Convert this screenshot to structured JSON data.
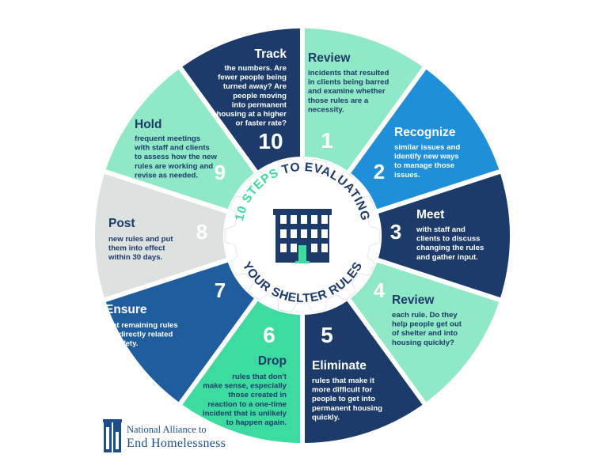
{
  "title": {
    "top": "10 STEPS TO EVALUATING",
    "bottom": "YOUR SHELTER RULES"
  },
  "steps": [
    {
      "number": "1",
      "heading": "Review",
      "lines": [
        "incidents that resulted",
        "in clients being barred",
        "and examine whether",
        "those rules are a",
        "necessity."
      ],
      "color": "#8fe8c6",
      "text_color": "#1c3b6b"
    },
    {
      "number": "2",
      "heading": "Recognize",
      "lines": [
        "similar issues and",
        "identify new ways",
        "to manage those",
        "issues."
      ],
      "color": "#1e8fd8",
      "text_color": "#ffffff"
    },
    {
      "number": "3",
      "heading": "Meet",
      "lines": [
        "with staff and",
        "clients to discuss",
        "changing the rules",
        "and gather input."
      ],
      "color": "#1c3b6b",
      "text_color": "#ffffff"
    },
    {
      "number": "4",
      "heading": "Review",
      "lines": [
        "each rule. Do they",
        "help people get out",
        "of shelter and into",
        "housing quickly?"
      ],
      "color": "#8fe8c6",
      "text_color": "#1c3b6b"
    },
    {
      "number": "5",
      "heading": "Eliminate",
      "lines": [
        "rules that make it",
        "more difficult for",
        "people to get into",
        "permanent housing",
        "quickly."
      ],
      "color": "#1c3b6b",
      "text_color": "#ffffff"
    },
    {
      "number": "6",
      "heading": "Drop",
      "lines": [
        "rules that don't",
        "make sense, especially",
        "those created in",
        "reaction to a one-time",
        "incident that is unlikely",
        "to happen again."
      ],
      "color": "#3ddba0",
      "text_color": "#1c3b6b"
    },
    {
      "number": "7",
      "heading": "Ensure",
      "lines": [
        "that remaining rules",
        "are directly related",
        "to safety."
      ],
      "color": "#1f5d9e",
      "text_color": "#ffffff"
    },
    {
      "number": "8",
      "heading": "Post",
      "lines": [
        "new rules and put",
        "them into effect",
        "within 30 days."
      ],
      "color": "#dde1e0",
      "text_color": "#1c3b6b"
    },
    {
      "number": "9",
      "heading": "Hold",
      "lines": [
        "frequent meetings",
        "with staff and clients",
        "to assess how the new",
        "rules are working and",
        "revise as needed."
      ],
      "color": "#8fe8c6",
      "text_color": "#1c3b6b"
    },
    {
      "number": "10",
      "heading": "Track",
      "lines": [
        "the numbers. Are",
        "fewer people being",
        "turned away? Are",
        "people moving",
        "into permanent",
        "housing at a higher",
        "or faster rate?"
      ],
      "color": "#1c3b6b",
      "text_color": "#ffffff"
    }
  ],
  "colors": {
    "navy": "#1c3b6b",
    "accent_green": "#3ddba0",
    "title_steps": "#3ddba0"
  },
  "logo": {
    "line1": "National Alliance to",
    "line2": "End Homelessness"
  }
}
